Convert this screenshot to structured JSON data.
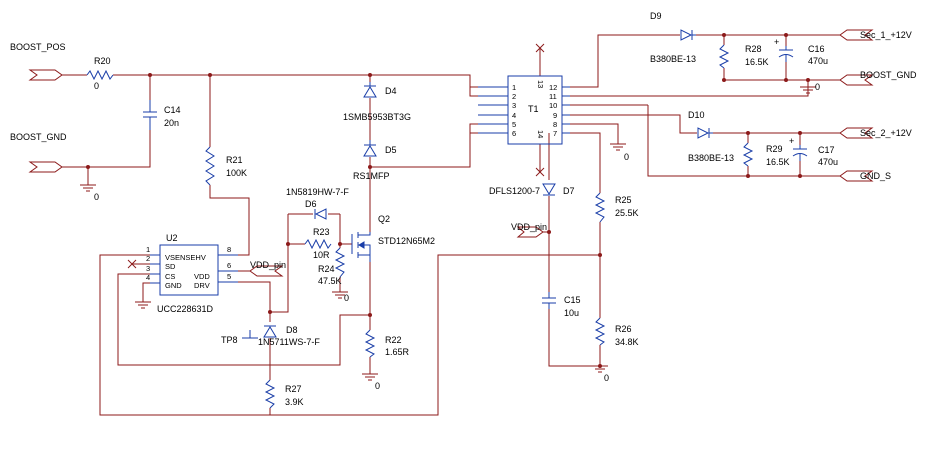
{
  "ports": {
    "boost_pos": "BOOST_POS",
    "boost_gnd_in": "BOOST_GND",
    "sec1": "Sec_1_+12V",
    "boost_gnd_out": "BOOST_GND",
    "sec2": "Sec_2_+12V",
    "gnd_s": "GND_S"
  },
  "components": {
    "R20": {
      "ref": "R20",
      "value": "0"
    },
    "C14": {
      "ref": "C14",
      "value": "20n"
    },
    "R21": {
      "ref": "R21",
      "value": "100K"
    },
    "U2": {
      "ref": "U2",
      "part": "UCC228631D",
      "pins": [
        "VSENSEHV",
        "SD",
        "CS",
        "GND",
        "VDD",
        "DRV"
      ],
      "pin_numbers": [
        "1",
        "2",
        "3",
        "4",
        "6",
        "5",
        "8"
      ]
    },
    "D4": {
      "ref": "D4",
      "part": "1SMB5953BT3G"
    },
    "D5": {
      "ref": "D5",
      "part": "RS1MFP"
    },
    "D6": {
      "ref": "D6",
      "part": "1N5819HW-7-F"
    },
    "R23": {
      "ref": "R23",
      "value": "10R"
    },
    "R24": {
      "ref": "R24",
      "value": "47.5K"
    },
    "Q2": {
      "ref": "Q2",
      "part": "STD12N65M2"
    },
    "D8": {
      "ref": "D8",
      "part": "1N5711WS-7-F"
    },
    "TP8": {
      "ref": "TP8"
    },
    "R22": {
      "ref": "R22",
      "value": "1.65R"
    },
    "R27": {
      "ref": "R27",
      "value": "3.9K"
    },
    "T1": {
      "ref": "T1",
      "left_pins": [
        "1",
        "2",
        "3",
        "4",
        "5",
        "6"
      ],
      "right_pins": [
        "12",
        "11",
        "10",
        "9",
        "8",
        "7"
      ],
      "top_pin": "13",
      "bottom_pin": "14"
    },
    "D9": {
      "ref": "D9",
      "part": "B380BE-13"
    },
    "R28": {
      "ref": "R28",
      "value": "16.5K"
    },
    "C16": {
      "ref": "C16",
      "value": "470u"
    },
    "D10": {
      "ref": "D10",
      "part": "B380BE-13"
    },
    "R29": {
      "ref": "R29",
      "value": "16.5K"
    },
    "C17": {
      "ref": "C17",
      "value": "470u"
    },
    "D7": {
      "ref": "D7",
      "part": "DFLS1200-7"
    },
    "R25": {
      "ref": "R25",
      "value": "25.5K"
    },
    "C15": {
      "ref": "C15",
      "value": "10u"
    },
    "R26": {
      "ref": "R26",
      "value": "34.8K"
    }
  },
  "nets": {
    "vdd_pin": "VDD_pin",
    "gnd_label": "0"
  }
}
